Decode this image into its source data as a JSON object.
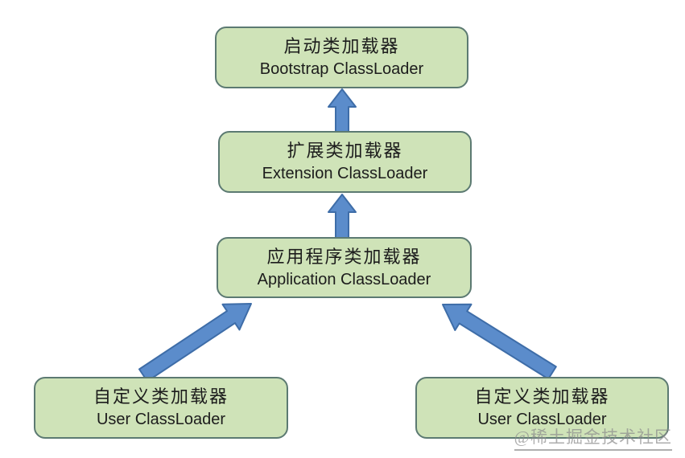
{
  "diagram": {
    "description": "Java class loader delegation hierarchy",
    "nodes": [
      {
        "id": "bootstrap",
        "zh": "启动类加载器",
        "en": "Bootstrap ClassLoader"
      },
      {
        "id": "extension",
        "zh": "扩展类加载器",
        "en": "Extension ClassLoader"
      },
      {
        "id": "application",
        "zh": "应用程序类加载器",
        "en": "Application ClassLoader"
      },
      {
        "id": "user-left",
        "zh": "自定义类加载器",
        "en": "User ClassLoader"
      },
      {
        "id": "user-right",
        "zh": "自定义类加载器",
        "en": "User ClassLoader"
      }
    ],
    "edges": [
      {
        "from": "extension",
        "to": "bootstrap",
        "direction": "up"
      },
      {
        "from": "application",
        "to": "extension",
        "direction": "up"
      },
      {
        "from": "user-left",
        "to": "application",
        "direction": "up-right"
      },
      {
        "from": "user-right",
        "to": "application",
        "direction": "up-left"
      }
    ]
  },
  "watermark": {
    "text": "@稀土掘金技术社区"
  },
  "colors": {
    "background": "#ffffff",
    "node-fill": "#cfe3b8",
    "node-border": "#5c7a72",
    "arrow-fill": "#5b8ccb",
    "arrow-stroke": "#3e6da8",
    "text": "#1c1c1c",
    "watermark": "#8c8c8c"
  }
}
